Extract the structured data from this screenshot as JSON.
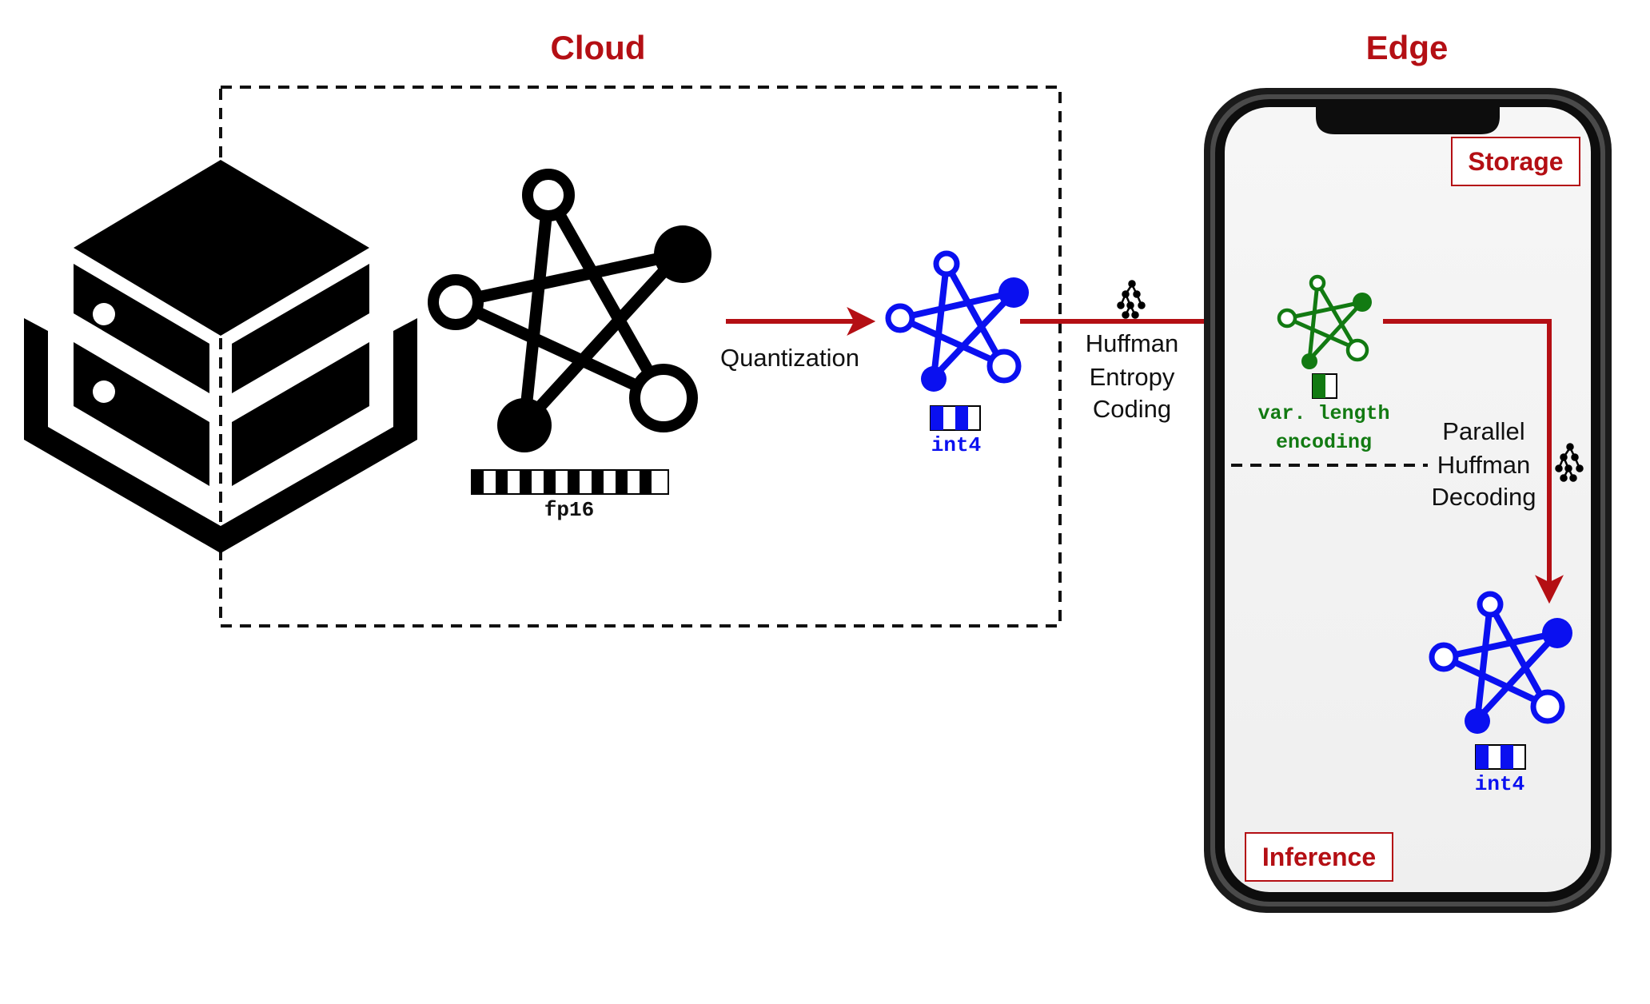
{
  "cloud": {
    "title": "Cloud",
    "model_format": "fp16",
    "quantization_label": "Quantization",
    "quantized_format": "int4"
  },
  "transfer": {
    "label_line1": "Huffman",
    "label_line2": "Entropy",
    "label_line3": "Coding"
  },
  "edge": {
    "title": "Edge",
    "storage_label": "Storage",
    "encoding_line1": "var. length",
    "encoding_line2": "encoding",
    "decoding_line1": "Parallel",
    "decoding_line2": "Huffman",
    "decoding_line3": "Decoding",
    "inference_format": "int4",
    "inference_label": "Inference"
  },
  "colors": {
    "accent_red": "#b40f14",
    "blue": "#0a10f0",
    "green": "#127a12",
    "black": "#000000"
  },
  "icons": [
    "server-stack-icon",
    "neural-network-icon",
    "huffman-tree-icon",
    "smartphone-icon",
    "arrow-icon"
  ]
}
